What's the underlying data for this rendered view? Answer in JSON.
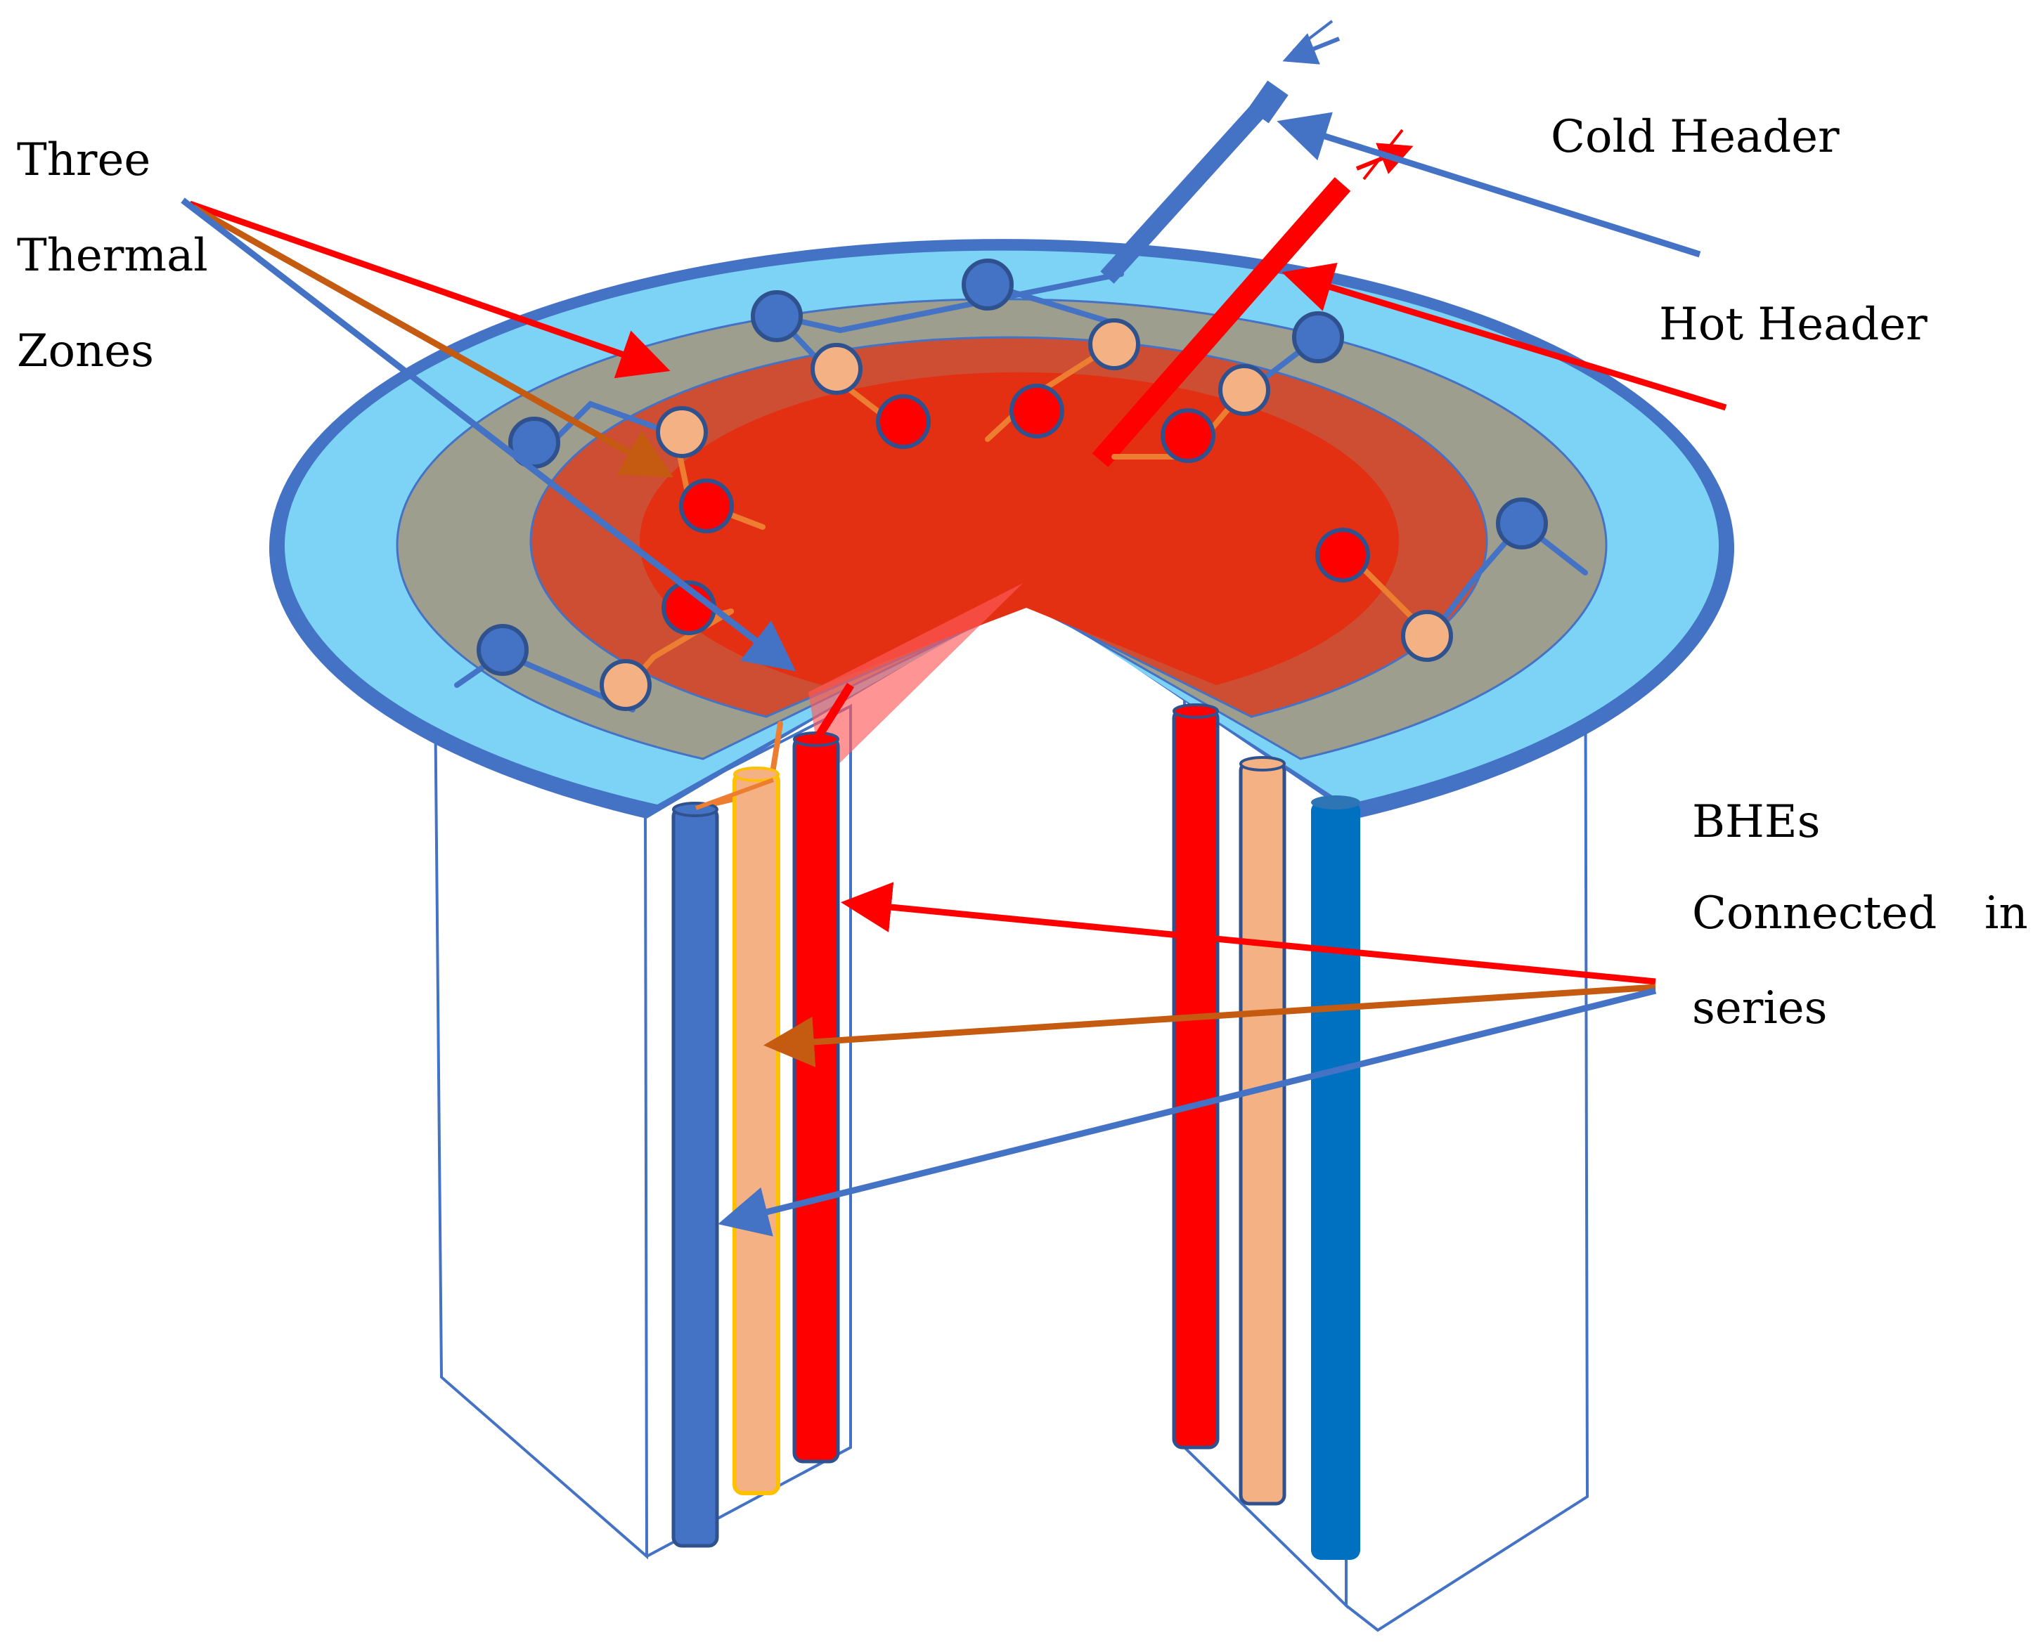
{
  "labels": {
    "thermal_zones": [
      "Three",
      "Thermal",
      "Zones"
    ],
    "cold_header": "Cold Header",
    "hot_header": "Hot Header",
    "bhes": [
      "BHEs",
      "Connected",
      "in",
      "series"
    ]
  },
  "colors": {
    "outer_ring": "#4472c4",
    "cold_zone": "#7dd3f5",
    "middle_zone": "#9e9e8f",
    "inner_zone": "#cd4e33",
    "core_zone": "#e43012",
    "hot_pipe": "#ff0000",
    "warm_pipe": "#f4b183",
    "cold_pipe": "#4472c4",
    "cold_pipe_right": "#0070c0",
    "connector": "#ed7d31",
    "zone_arrow": "#c55a11"
  },
  "icons": {
    "pointer_arrows": "arrow-icon",
    "flow_direction": "flow-arrow-icon"
  }
}
